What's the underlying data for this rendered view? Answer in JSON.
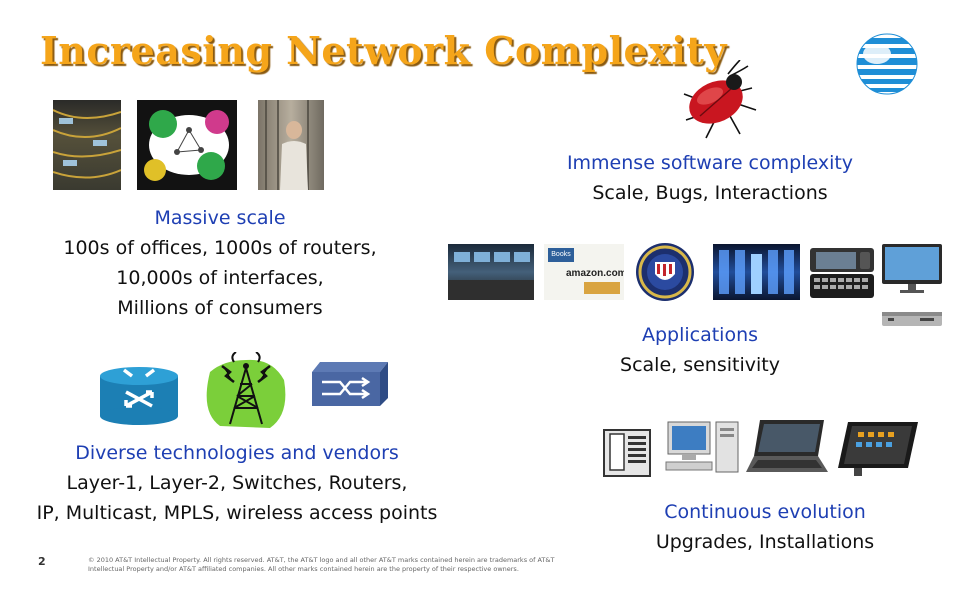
{
  "slide": {
    "title": "Increasing Network Complexity",
    "page_number": "2",
    "copyright": "© 2010 AT&T Intellectual Property. All rights reserved. AT&T, the AT&T logo and all other AT&T marks contained herein are trademarks of AT&T Intellectual Property and/or AT&T affiliated companies. All other marks contained herein are the property of their respective owners."
  },
  "blocks": {
    "scale": {
      "heading": "Massive scale",
      "lines": [
        "100s of offices, 1000s of routers,",
        "10,000s of interfaces,",
        "Millions of consumers"
      ]
    },
    "software": {
      "heading": "Immense software complexity",
      "lines": [
        "Scale, Bugs, Interactions"
      ]
    },
    "applications": {
      "heading": "Applications",
      "lines": [
        "Scale, sensitivity"
      ]
    },
    "tech": {
      "heading": "Diverse technologies and vendors",
      "lines": [
        "Layer-1, Layer-2, Switches, Routers,",
        "IP, Multicast, MPLS, wireless access points"
      ]
    },
    "evolution": {
      "heading": "Continuous evolution",
      "lines": [
        "Upgrades, Installations"
      ]
    }
  },
  "images": {
    "amazon_text": "amazon.com",
    "books_text": "Books"
  },
  "colors": {
    "title": "#f5a51a",
    "heading": "#1e3fb3",
    "body": "#111111"
  }
}
